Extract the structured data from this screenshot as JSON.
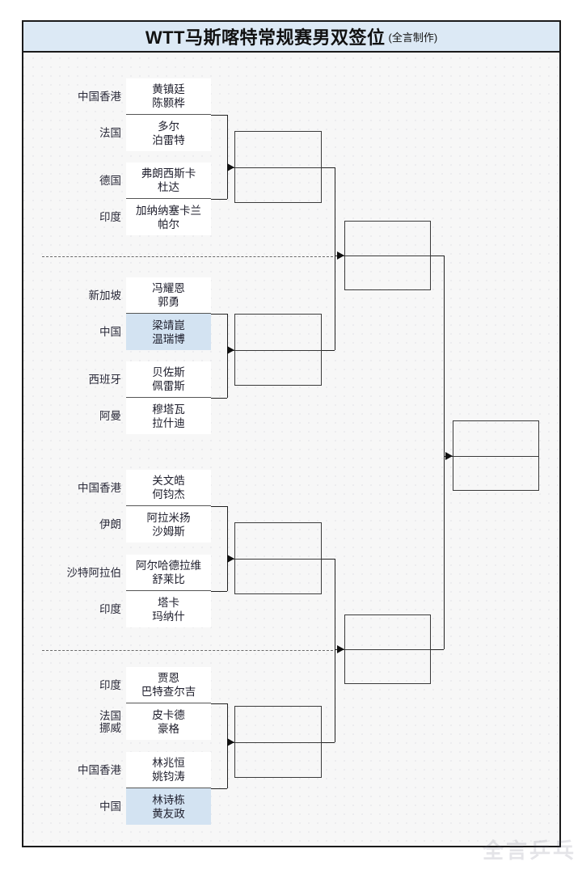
{
  "title": {
    "main": "WTT马斯喀特常规赛男双签位",
    "sub": "(全言制作)"
  },
  "watermark": "全言乒乓",
  "colors": {
    "title_bar": "#dce9f5",
    "highlight": "#d3e3f2",
    "frame_border": "#1a1a1a",
    "box_border": "#555555",
    "line": "#222222"
  },
  "entries": [
    {
      "country": "中国香港",
      "p1": "黄镇廷",
      "p2": "陈颢桦",
      "highlight": false
    },
    {
      "country": "法国",
      "p1": "多尔",
      "p2": "泊雷特",
      "highlight": false
    },
    {
      "country": "德国",
      "p1": "弗朗西斯卡",
      "p2": "杜达",
      "highlight": false
    },
    {
      "country": "印度",
      "p1": "加纳纳塞卡兰",
      "p2": "帕尔",
      "highlight": false
    },
    {
      "country": "新加坡",
      "p1": "冯耀恩",
      "p2": "郭勇",
      "highlight": false
    },
    {
      "country": "中国",
      "p1": "梁靖崑",
      "p2": "温瑞博",
      "highlight": true
    },
    {
      "country": "西班牙",
      "p1": "贝佐斯",
      "p2": "佩雷斯",
      "highlight": false
    },
    {
      "country": "阿曼",
      "p1": "穆塔瓦",
      "p2": "拉什迪",
      "highlight": false
    },
    {
      "country": "中国香港",
      "p1": "关文皓",
      "p2": "何钧杰",
      "highlight": false
    },
    {
      "country": "伊朗",
      "p1": "阿拉米扬",
      "p2": "沙姆斯",
      "highlight": false
    },
    {
      "country": "沙特阿拉伯",
      "p1": "阿尔哈德拉维",
      "p2": "舒莱比",
      "highlight": false
    },
    {
      "country": "印度",
      "p1": "塔卡",
      "p2": "玛纳什",
      "highlight": false
    },
    {
      "country": "印度",
      "p1": "贾恩",
      "p2": "巴特查尔吉",
      "highlight": false
    },
    {
      "country": "法国\n挪威",
      "p1": "皮卡德",
      "p2": "豪格",
      "highlight": false
    },
    {
      "country": "中国香港",
      "p1": "林兆恒",
      "p2": "姚钧涛",
      "highlight": false
    },
    {
      "country": "中国",
      "p1": "林诗栋",
      "p2": "黄友政",
      "highlight": true
    }
  ],
  "round2": [
    {
      "label": ""
    },
    {
      "label": ""
    },
    {
      "label": ""
    },
    {
      "label": ""
    }
  ],
  "round3": [
    {
      "label": ""
    },
    {
      "label": ""
    }
  ],
  "final": {
    "label": ""
  }
}
